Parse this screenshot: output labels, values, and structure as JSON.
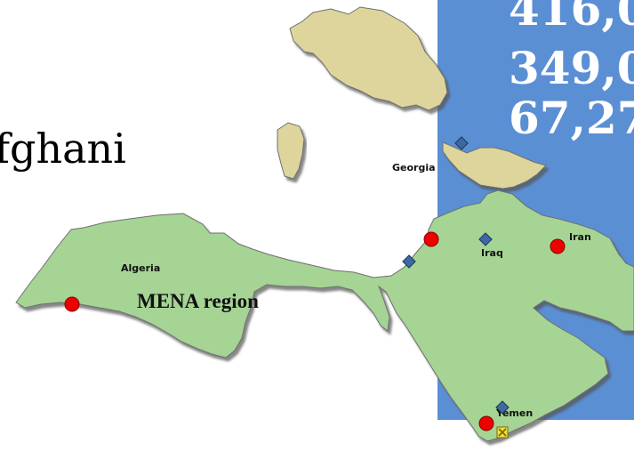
{
  "colors": {
    "background": "#ffffff",
    "blue_panel": "#5b8fd4",
    "land_main": "#a5d494",
    "land_other": "#ddd59b",
    "land_border": "#6f6f6f",
    "marker_red": "#ee0000",
    "marker_blue": "#3c6aa0",
    "marker_yellow": "#f0e040"
  },
  "text": {
    "afghani_fragment": "fghani",
    "numbers": [
      "416,0",
      "349,0",
      "67,27"
    ]
  },
  "map": {
    "region_label": "MENA region",
    "countries": {
      "algeria": "Algeria",
      "georgia": "Georgia",
      "iraq": "Iraq",
      "iran": "Iran",
      "yemen": "Yemen"
    },
    "marker_types": {
      "red": "red-circle",
      "blue": "blue-diamond",
      "yellow": "yellow-x-square"
    }
  }
}
